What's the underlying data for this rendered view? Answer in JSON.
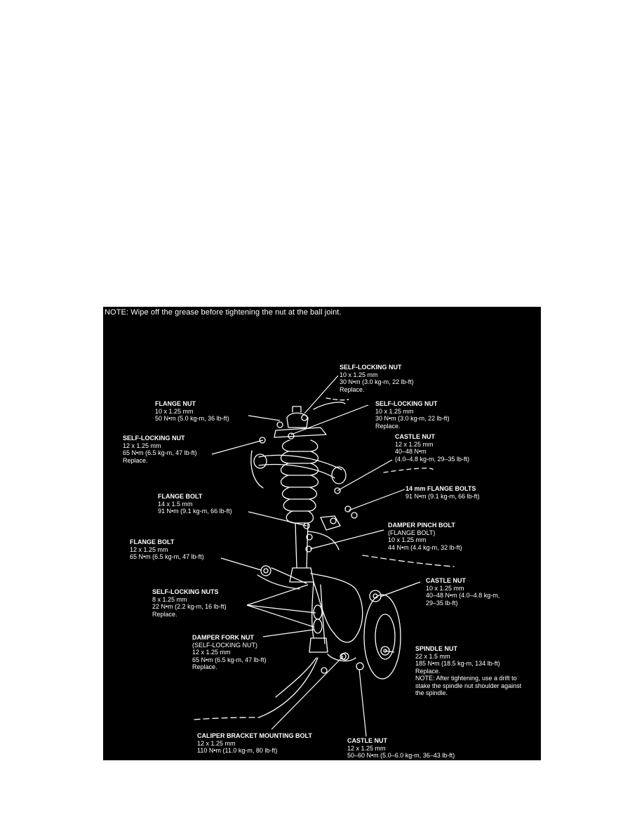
{
  "note": "NOTE:  Wipe off the grease before tightening the nut at the ball joint.",
  "colors": {
    "background": "#ffffff",
    "diagram_bg": "#000000",
    "ink": "#ffffff"
  },
  "callouts": {
    "self_locking_nut_top": {
      "title": "SELF-LOCKING NUT",
      "lines": [
        "10 x 1.25 mm",
        "30 N•m (3.0 kg-m, 22 lb-ft)",
        "Replace."
      ]
    },
    "flange_nut": {
      "title": "FLANGE NUT",
      "lines": [
        "10 x 1.25 mm",
        "50 N•m (5.0 kg-m, 36 lb-ft)"
      ]
    },
    "self_locking_nut_right": {
      "title": "SELF-LOCKING NUT",
      "lines": [
        "10 x 1.25 mm",
        "30 N•m (3.0 kg-m, 22 lb-ft)",
        "Replace."
      ]
    },
    "self_locking_nut_left": {
      "title": "SELF-LOCKING NUT",
      "lines": [
        "12 x 1.25 mm",
        "65 N•m (6.5 kg-m, 47 lb-ft)",
        "Replace."
      ]
    },
    "castle_nut_upper": {
      "title": "CASTLE NUT",
      "lines": [
        "12 x 1.25 mm",
        "40–48 N•m",
        "(4.0–4.8 kg-m, 29–35 lb-ft)"
      ]
    },
    "flange_bolts_14mm": {
      "title": "14 mm FLANGE BOLTS",
      "lines": [
        "91 N•m (9.1 kg-m, 66 lb-ft)"
      ]
    },
    "flange_bolt_14": {
      "title": "FLANGE BOLT",
      "lines": [
        "14 x 1.5 mm",
        "91 N•m (9.1 kg-m, 66 lb-ft)"
      ]
    },
    "damper_pinch_bolt": {
      "title": "DAMPER PINCH BOLT",
      "lines": [
        "(FLANGE BOLT)",
        "10 x 1.25 mm",
        "44 N•m (4.4 kg-m, 32 lb-ft)"
      ]
    },
    "flange_bolt_12": {
      "title": "FLANGE BOLT",
      "lines": [
        "12 x 1.25 mm",
        "65 N•m (6.5 kg-m, 47 lb-ft)"
      ]
    },
    "castle_nut_mid": {
      "title": "CASTLE NUT",
      "lines": [
        "10 x 1.25 mm",
        "40–48 N•m (4.0–4.8 kg-m,",
        "29–35 lb-ft)"
      ]
    },
    "self_locking_nuts": {
      "title": "SELF-LOCKING NUTS",
      "lines": [
        "8 x 1.25 mm",
        "22 N•m (2.2 kg-m, 16 lb-ft)",
        "Replace."
      ]
    },
    "damper_fork_nut": {
      "title": "DAMPER FORK NUT",
      "lines": [
        "(SELF-LOCKING NUT)",
        "12 x 1.25 mm",
        "65 N•m (6.5 kg-m, 47 lb-ft)",
        "Replace."
      ]
    },
    "spindle_nut": {
      "title": "SPINDLE NUT",
      "lines": [
        "22 x 1.5 mm",
        "185 N•m (18.5 kg-m, 134 lb-ft)",
        "Replace.",
        "NOTE:  After tightening, use a drift to",
        "stake the spindle nut shoulder against",
        "the spindle."
      ]
    },
    "caliper_bracket_bolt": {
      "title": "CALIPER BRACKET MOUNTING BOLT",
      "lines": [
        "12 x 1.25 mm",
        "110 N•m (11.0 kg-m, 80 lb-ft)"
      ]
    },
    "castle_nut_lower": {
      "title": "CASTLE NUT",
      "lines": [
        "12 x 1.25 mm",
        "50–60 N•m (5.0–6.0 kg-m, 36–43 lb-ft)"
      ]
    }
  }
}
